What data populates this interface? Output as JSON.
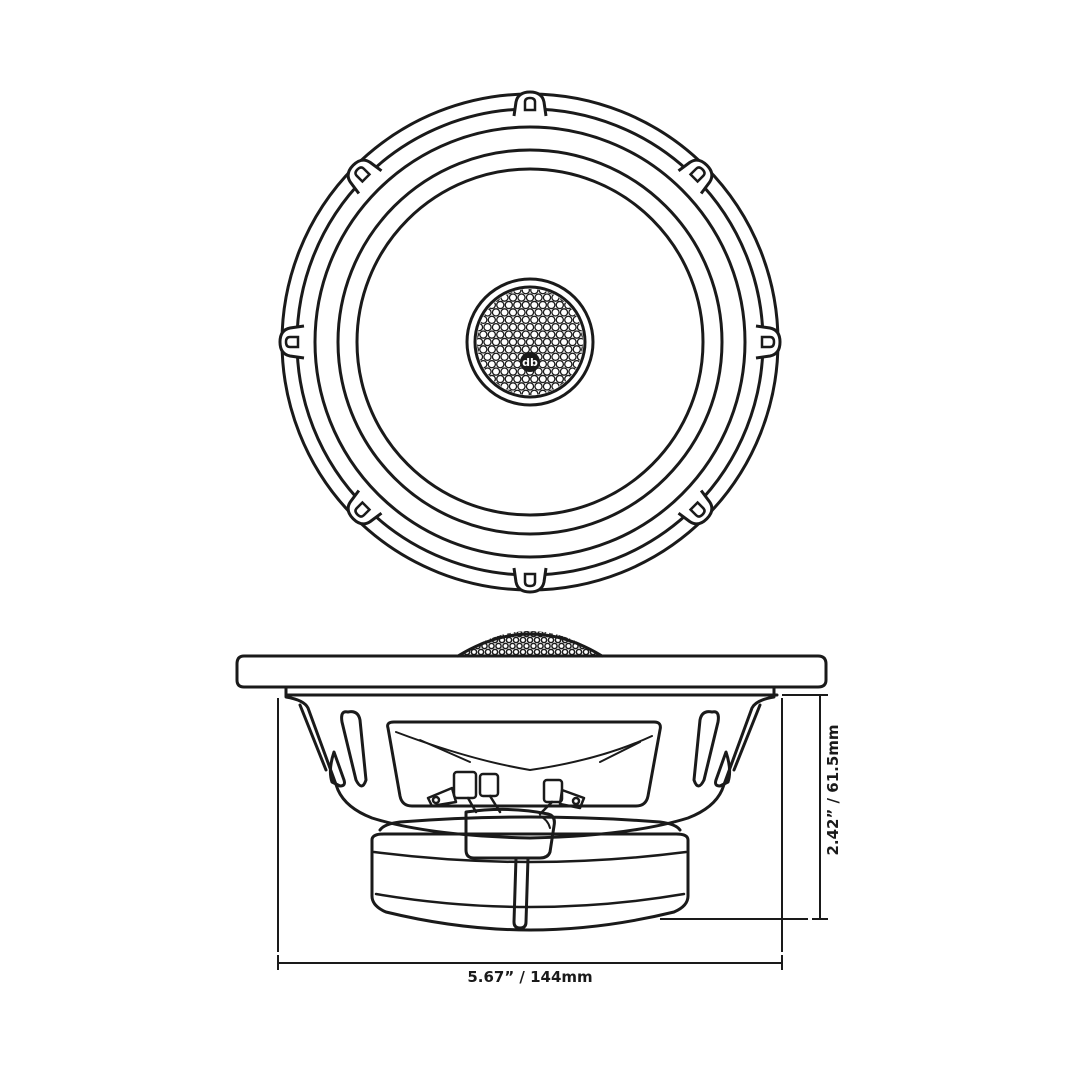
{
  "colors": {
    "background": "#ffffff",
    "line": "#1a1a1a"
  },
  "logo_text": "db",
  "dimensions": {
    "width_label": "5.67” / 144mm",
    "depth_label": "2.42” / 61.5mm"
  }
}
